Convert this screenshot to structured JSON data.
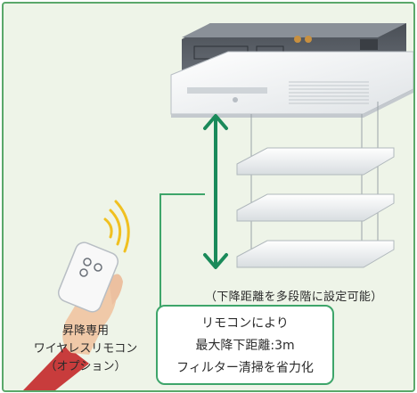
{
  "note": "（下降距離を多段階に設定可能）",
  "remote_label": [
    "昇降専用",
    "ワイヤレスリモコン",
    "（オプション）"
  ],
  "callout": [
    "リモコンにより",
    "最大降下距離:3m",
    "フィルター清掃を省力化"
  ],
  "colors": {
    "background": "#eef4e8",
    "frame": "#5aa86a",
    "arrow": "#1a8a5a",
    "callout_border": "#3ea56a",
    "remote_signal": "#f0c020",
    "sleeve": "#c83c3c"
  },
  "icons": [
    "ceiling-unit-icon",
    "filter-panel-icon",
    "up-down-arrow-icon",
    "remote-control-icon",
    "signal-waves-icon",
    "hand-icon"
  ]
}
